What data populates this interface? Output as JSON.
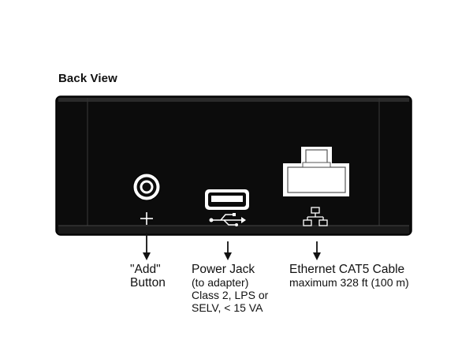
{
  "title": "Back View",
  "labels": {
    "add_button": {
      "line1": "\"Add\"",
      "line2": "Button"
    },
    "power_jack": {
      "title": "Power Jack",
      "line1": "(to adapter)",
      "line2": "Class 2, LPS or",
      "line3": "SELV, < 15 VA"
    },
    "ethernet": {
      "title": "Ethernet CAT5 Cable",
      "line1": "maximum 328 ft (100 m)"
    }
  },
  "icons": {
    "add_symbol": "plus-icon",
    "usb_symbol": "usb-icon",
    "network_symbol": "network-icon"
  },
  "colors": {
    "device_body": "#0c0c0c",
    "device_edge": "#3a3a3a",
    "port_fill": "#ffffff",
    "arrow": "#111111"
  }
}
